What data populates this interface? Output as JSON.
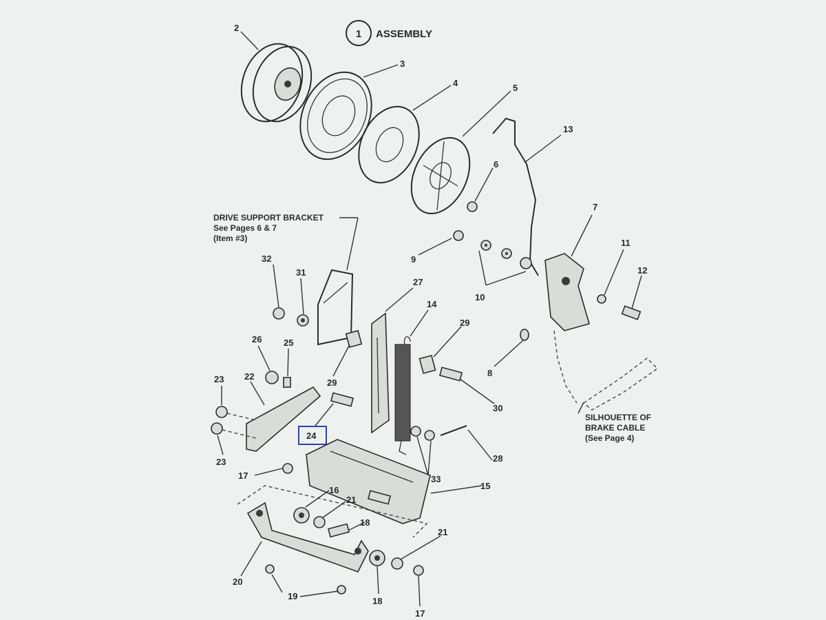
{
  "title": {
    "circle_number": "1",
    "label": "ASSEMBLY"
  },
  "callouts": {
    "drive_support_bracket": {
      "line1": "DRIVE SUPPORT BRACKET",
      "line2": "See Pages 6 & 7",
      "line3": "(Item #3)"
    },
    "silhouette": {
      "line1": "SILHOUETTE OF",
      "line2": "BRAKE CABLE",
      "line3": "(See Page 4)"
    }
  },
  "part_numbers": {
    "p2": "2",
    "p3": "3",
    "p4": "4",
    "p5": "5",
    "p6": "6",
    "p7": "7",
    "p8": "8",
    "p9": "9",
    "p10": "10",
    "p11": "11",
    "p12": "12",
    "p13": "13",
    "p14": "14",
    "p15": "15",
    "p16": "16",
    "p17a": "17",
    "p17b": "17",
    "p18a": "18",
    "p18b": "18",
    "p19": "19",
    "p20": "20",
    "p21a": "21",
    "p21b": "21",
    "p22": "22",
    "p23a": "23",
    "p23b": "23",
    "p24": "24",
    "p25": "25",
    "p26": "26",
    "p27": "27",
    "p28": "28",
    "p29a": "29",
    "p29b": "29",
    "p30": "30",
    "p31": "31",
    "p32": "32",
    "p33": "33"
  },
  "colors": {
    "background": "#eef2ee",
    "line": "#2b2b2b",
    "highlight_box": "#2a3fbf"
  }
}
